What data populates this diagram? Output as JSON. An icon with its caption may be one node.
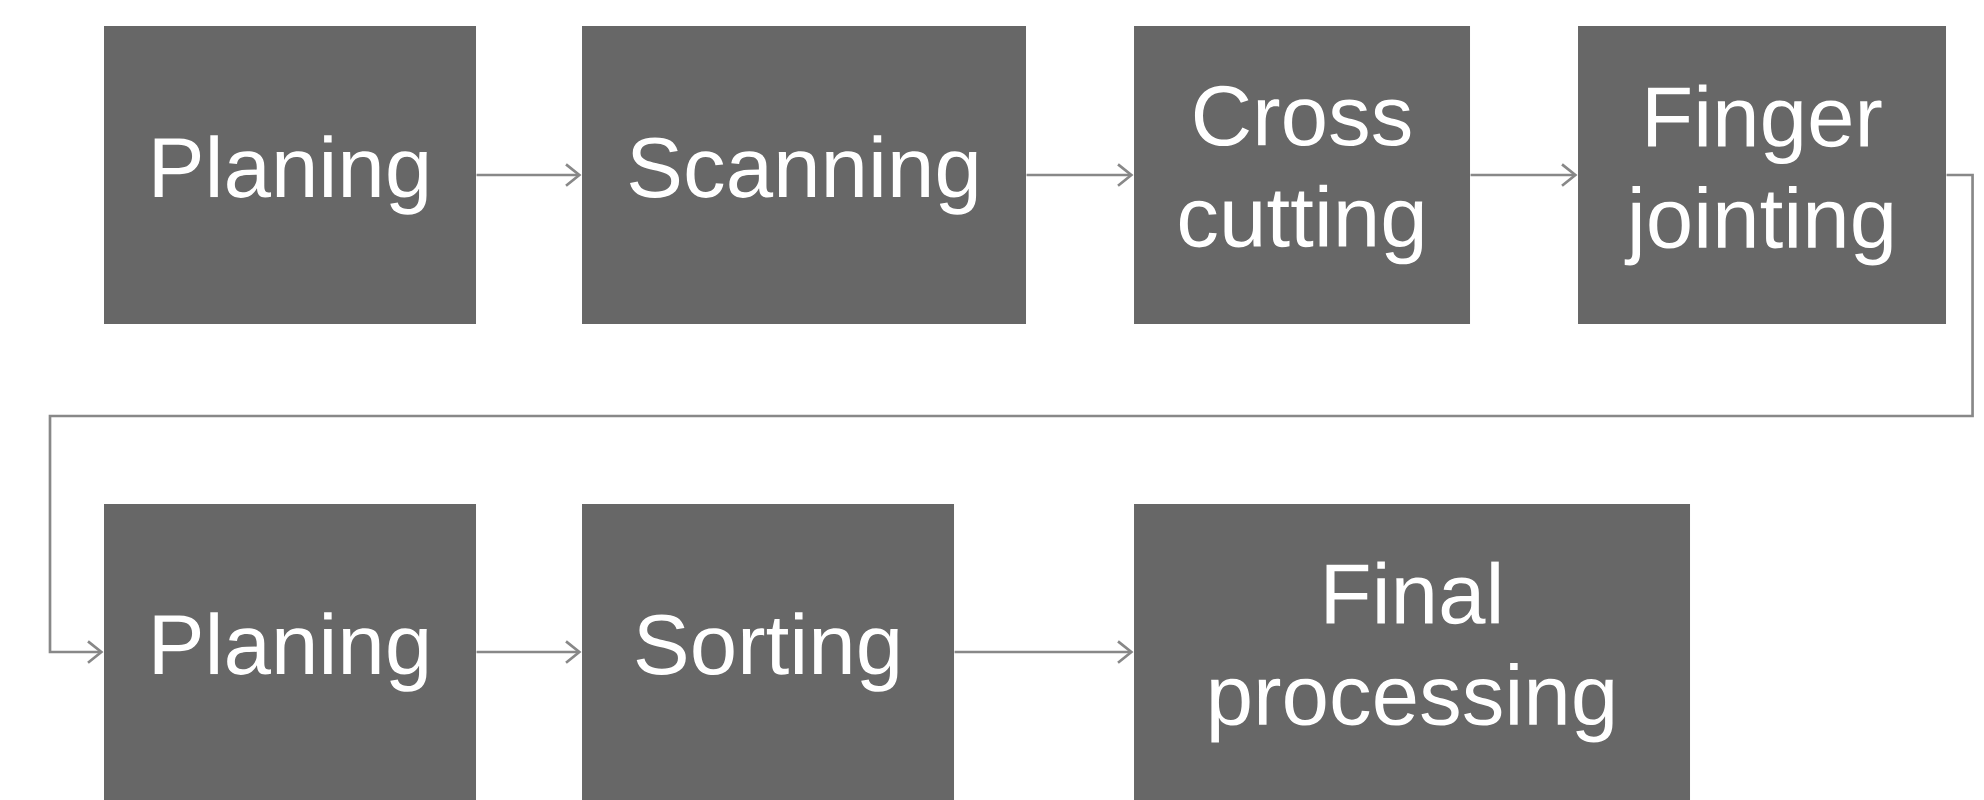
{
  "diagram": {
    "nodes": [
      {
        "text": [
          "Planing"
        ]
      },
      {
        "text": [
          "Scanning"
        ]
      },
      {
        "text": [
          "Cross cutting"
        ]
      },
      {
        "text": [
          "Finger jointing"
        ]
      },
      {
        "text": [
          "Planing"
        ]
      },
      {
        "text": [
          "Sorting"
        ]
      },
      {
        "text": [
          "Final processing"
        ]
      }
    ],
    "edges": [
      {
        "from": 0,
        "to": 1,
        "arrow": "to"
      },
      {
        "from": 1,
        "to": 2,
        "arrow": "to"
      },
      {
        "from": 2,
        "to": 3,
        "arrow": "to"
      },
      {
        "from": 3,
        "to": 4,
        "arrow": "to"
      },
      {
        "from": 4,
        "to": 5,
        "arrow": "to"
      },
      {
        "from": 5,
        "to": 6,
        "arrow": "to"
      }
    ]
  }
}
